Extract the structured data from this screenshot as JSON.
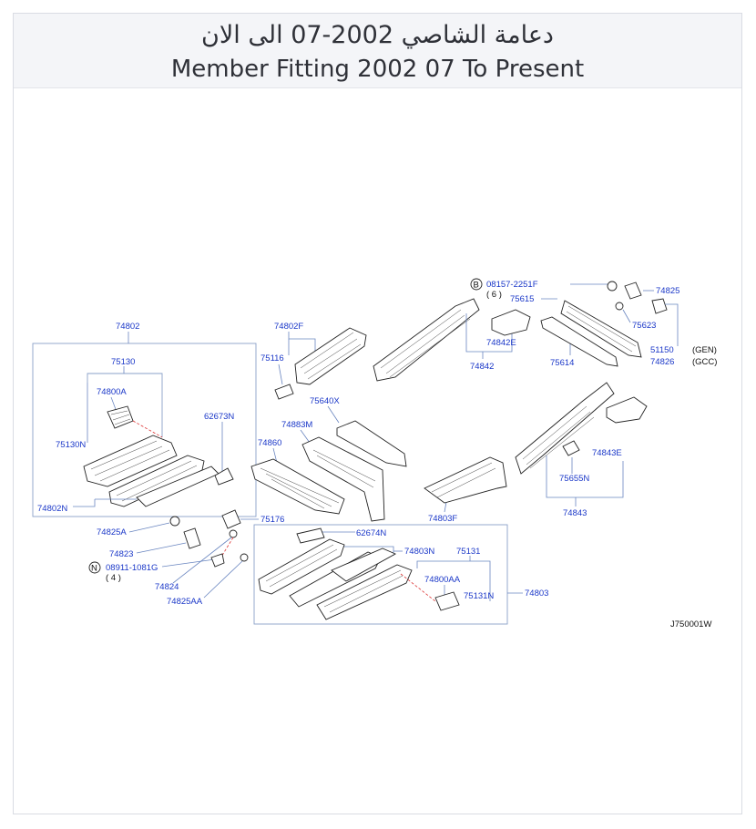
{
  "header": {
    "title_ar": "دعامة الشاصي 2002-07 الى الان",
    "title_en": "Member Fitting 2002 07 To Present"
  },
  "diagram": {
    "code": "J750001W",
    "bolt_b": {
      "letter": "B",
      "part": "08157-2251F",
      "qty": "( 6 )"
    },
    "nut_n": {
      "letter": "N",
      "part": "08911-1081G",
      "qty": "( 4 )"
    },
    "parts": {
      "p74802": "74802",
      "p75130": "75130",
      "p74800A": "74800A",
      "p75130N": "75130N",
      "p74802N": "74802N",
      "p62673N": "62673N",
      "p74802F": "74802F",
      "p75116": "75116",
      "p74883M": "74883M",
      "p75640X": "75640X",
      "p74860": "74860",
      "p74825A": "74825A",
      "p74823": "74823",
      "p74824": "74824",
      "p74825AA": "74825AA",
      "p75176": "75176",
      "p62674N": "62674N",
      "p74803N": "74803N",
      "p75131": "75131",
      "p74800AA": "74800AA",
      "p75131N": "75131N",
      "p74803": "74803",
      "p74803F": "74803F",
      "p74842E": "74842E",
      "p74842": "74842",
      "p75615": "75615",
      "p75614": "75614",
      "p74825": "74825",
      "p75623": "75623",
      "p51150": "51150",
      "p74826": "74826",
      "p74843": "74843",
      "p75655N": "75655N",
      "p74843E": "74843E"
    },
    "variants": {
      "gen": "(GEN)",
      "gcc": "(GCC)"
    }
  }
}
